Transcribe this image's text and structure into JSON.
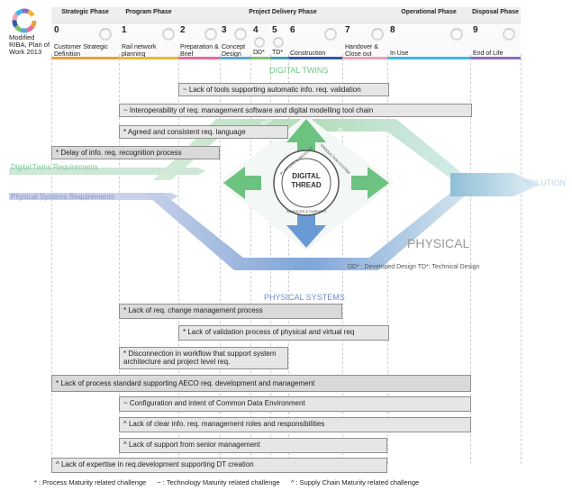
{
  "header": {
    "title": "Modified RIBA, Plan of Work 2013",
    "phases": [
      {
        "label": "Strategic Phase"
      },
      {
        "label": "Program Phase"
      },
      {
        "label": "Project Delivery Phase"
      },
      {
        "label": "Operational Phase"
      },
      {
        "label": "Disposal Phase"
      }
    ],
    "stages": [
      {
        "num": "0",
        "name": "Customer Strategic Definition",
        "color": "#e8a13a"
      },
      {
        "num": "1",
        "name": "Rail network planning",
        "color": "#f2b43a"
      },
      {
        "num": "2",
        "name": "Preparation & Brief",
        "color": "#e76aa0"
      },
      {
        "num": "3",
        "name": "Concept Design",
        "color": "#5aa7d6"
      },
      {
        "num": "4",
        "name": "DD*",
        "color": "#7cc46d"
      },
      {
        "num": "5",
        "name": "TD*",
        "color": "#40a0a8"
      },
      {
        "num": "6",
        "name": "Construction",
        "color": "#2e5aa8"
      },
      {
        "num": "7",
        "name": "Handover & Close out",
        "color": "#f2a0b4"
      },
      {
        "num": "8",
        "name": "In Use",
        "color": "#3db8e8"
      },
      {
        "num": "9",
        "name": "End of Life",
        "color": "#8b6abf"
      }
    ]
  },
  "diagram": {
    "digital_twins_label": "DIGITAL TWINS",
    "physical_systems_label": "PHYSICAL SYSTEMS",
    "physical_label": "PHYSICAL",
    "solution_label": "SOLUTION",
    "dt_requirements": "Digital Twins Requirements",
    "ps_requirements": "Physical Systems Requirements",
    "modelling": "MODELLING",
    "simulation": "SIMULATION",
    "design": "DESIGN",
    "delivery": "DELIVERY",
    "thread": "DIGITAL THREAD",
    "ring_top_left": "PLATFORM & PRODUCT",
    "ring_top_right": "PRODUCTION SYSTEM",
    "ring_bottom": "SERVICES & SUPPORT",
    "abbrev_note": "DD* : Developed Design  TD*: Technical Design"
  },
  "challenges_top": [
    "~ Lack of tools supporting automatic info. req. validation",
    "~ Interoperability of req. management software and digital modelling tool chain",
    "* Agreed and consistent req. language",
    "* Delay of info. req. recognition process"
  ],
  "challenges_bottom": [
    "* Lack of req. change management process",
    "* Lack of validation process of physical and virtual req",
    "* Disconnection in workflow that support system architecture and project level req.",
    "* Lack of process standard supporting AECO req. development and management",
    "~ Configuration and intent of Common Data Environment",
    "^ Lack of clear info. req. management roles and responsibilities",
    "^ Lack of support from senior management",
    "^ Lack of expertise in req.development supporting DT creation"
  ],
  "legend": {
    "process": "* : Process Maturity related challenge",
    "technology": "~ : Technology Maturity related challenge",
    "supply": "^ : Supply Chain Maturity related challenge"
  }
}
